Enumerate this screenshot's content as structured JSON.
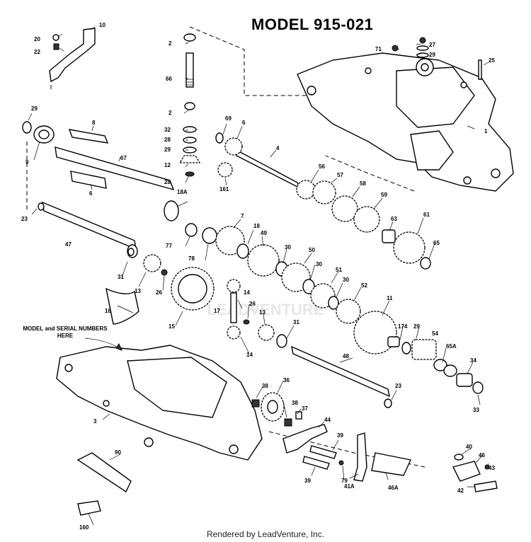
{
  "title": "MODEL 915-021",
  "note": "MODEL and SERIAL NUMBERS HERE",
  "footer": "Rendered by LeadVenture, Inc.",
  "watermark": "LEADVENTURE",
  "part_labels": [
    "20",
    "10",
    "22",
    "2",
    "66",
    "27",
    "71",
    "29",
    "25",
    "1",
    "2",
    "32",
    "28",
    "29",
    "12",
    "28",
    "69",
    "6",
    "4",
    "29",
    "9",
    "8",
    "67",
    "6",
    "161",
    "56",
    "57",
    "58",
    "59",
    "23",
    "18A",
    "7",
    "18",
    "49",
    "63",
    "61",
    "65",
    "47",
    "77",
    "78",
    "30",
    "50",
    "30",
    "51",
    "30",
    "52",
    "31",
    "13",
    "26",
    "11",
    "14",
    "16",
    "15",
    "17",
    "26",
    "13",
    "31",
    "174",
    "29",
    "54",
    "65A",
    "14",
    "48",
    "34",
    "23",
    "33",
    "36",
    "38",
    "38",
    "37",
    "3",
    "44",
    "39",
    "90",
    "79",
    "39",
    "40",
    "46",
    "43",
    "41A",
    "46A",
    "42",
    "160"
  ]
}
